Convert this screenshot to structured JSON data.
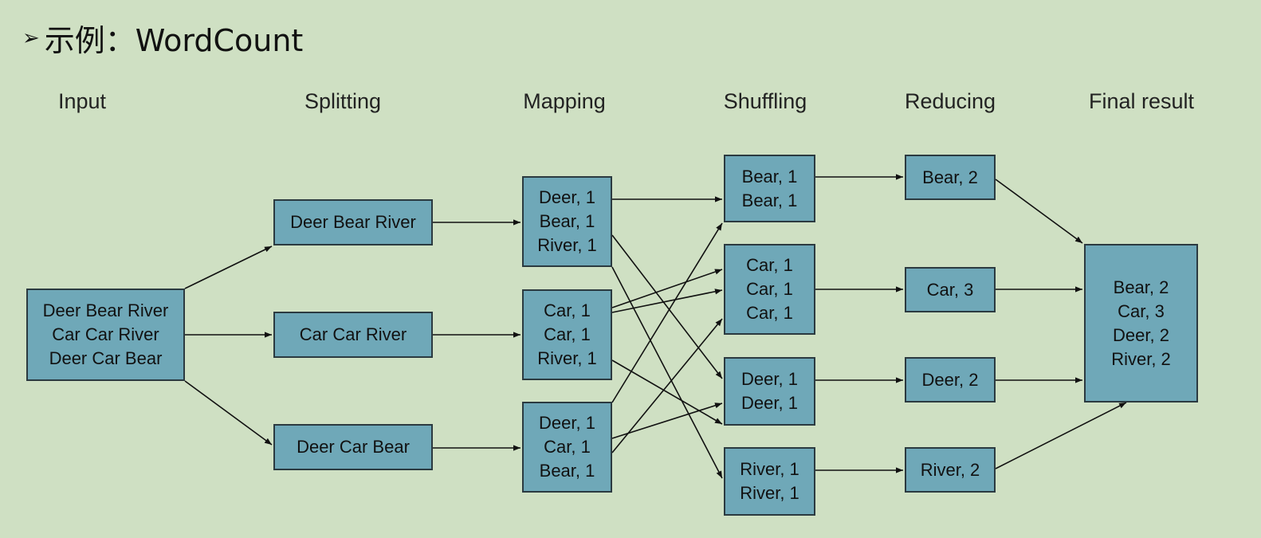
{
  "title": {
    "bullet": "➢",
    "text": "示例：WordCount"
  },
  "stages": {
    "input": "Input",
    "splitting": "Splitting",
    "mapping": "Mapping",
    "shuffling": "Shuffling",
    "reducing": "Reducing",
    "final": "Final result"
  },
  "boxes": {
    "input": [
      "Deer Bear River",
      "Car Car River",
      "Deer Car Bear"
    ],
    "split1": [
      "Deer Bear River"
    ],
    "split2": [
      "Car Car River"
    ],
    "split3": [
      "Deer Car Bear"
    ],
    "map1": [
      "Deer, 1",
      "Bear, 1",
      "River, 1"
    ],
    "map2": [
      "Car, 1",
      "Car, 1",
      "River, 1"
    ],
    "map3": [
      "Deer, 1",
      "Car, 1",
      "Bear, 1"
    ],
    "shuf_bear": [
      "Bear, 1",
      "Bear, 1"
    ],
    "shuf_car": [
      "Car, 1",
      "Car, 1",
      "Car, 1"
    ],
    "shuf_deer": [
      "Deer, 1",
      "Deer, 1"
    ],
    "shuf_river": [
      "River, 1",
      "River, 1"
    ],
    "red_bear": [
      "Bear, 2"
    ],
    "red_car": [
      "Car, 3"
    ],
    "red_deer": [
      "Deer, 2"
    ],
    "red_river": [
      "River, 2"
    ],
    "final": [
      "Bear, 2",
      "Car, 3",
      "Deer, 2",
      "River, 2"
    ]
  },
  "colors": {
    "background": "#cfe0c3",
    "box_fill": "#6fa8b8",
    "box_border": "#2b3a40",
    "arrow": "#111111"
  }
}
